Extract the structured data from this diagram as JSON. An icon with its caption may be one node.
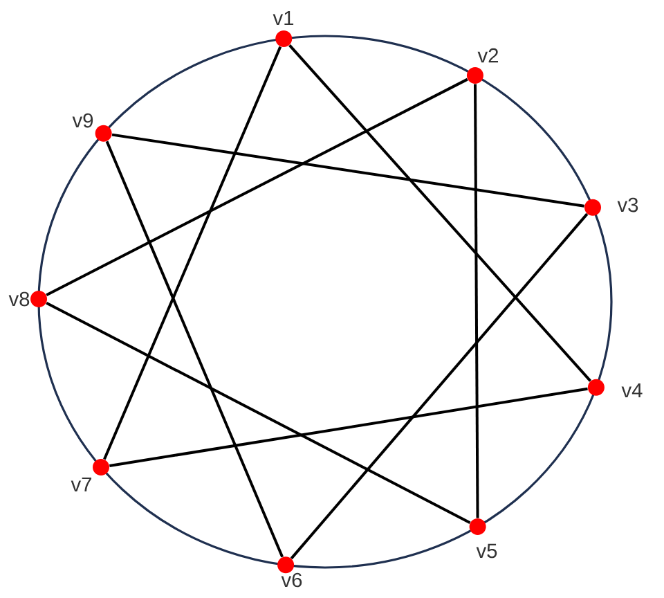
{
  "diagram": {
    "nodes": [
      {
        "text": [],
        "shape": "circle",
        "beside": [
          "v1"
        ]
      },
      {
        "text": [],
        "shape": "circle",
        "beside": [
          "v2"
        ]
      },
      {
        "text": [],
        "shape": "circle",
        "beside": [
          "v3"
        ]
      },
      {
        "text": [],
        "shape": "circle",
        "beside": [
          "v4"
        ]
      },
      {
        "text": [],
        "shape": "circle",
        "beside": [
          "v5"
        ]
      },
      {
        "text": [],
        "shape": "circle",
        "beside": [
          "v6"
        ]
      },
      {
        "text": [],
        "shape": "circle",
        "beside": [
          "v7"
        ]
      },
      {
        "text": [],
        "shape": "circle",
        "beside": [
          "v8"
        ]
      },
      {
        "text": [],
        "shape": "circle",
        "beside": [
          "v9"
        ]
      }
    ],
    "edges": [
      {
        "from": 0,
        "to": 3,
        "arrow": "none"
      },
      {
        "from": 0,
        "to": 6,
        "arrow": "none"
      },
      {
        "from": 1,
        "to": 4,
        "arrow": "none"
      },
      {
        "from": 1,
        "to": 7,
        "arrow": "none"
      },
      {
        "from": 2,
        "to": 5,
        "arrow": "none"
      },
      {
        "from": 2,
        "to": 8,
        "arrow": "none"
      },
      {
        "from": 3,
        "to": 6,
        "arrow": "none"
      },
      {
        "from": 4,
        "to": 7,
        "arrow": "none"
      },
      {
        "from": 5,
        "to": 8,
        "arrow": "none"
      }
    ]
  }
}
